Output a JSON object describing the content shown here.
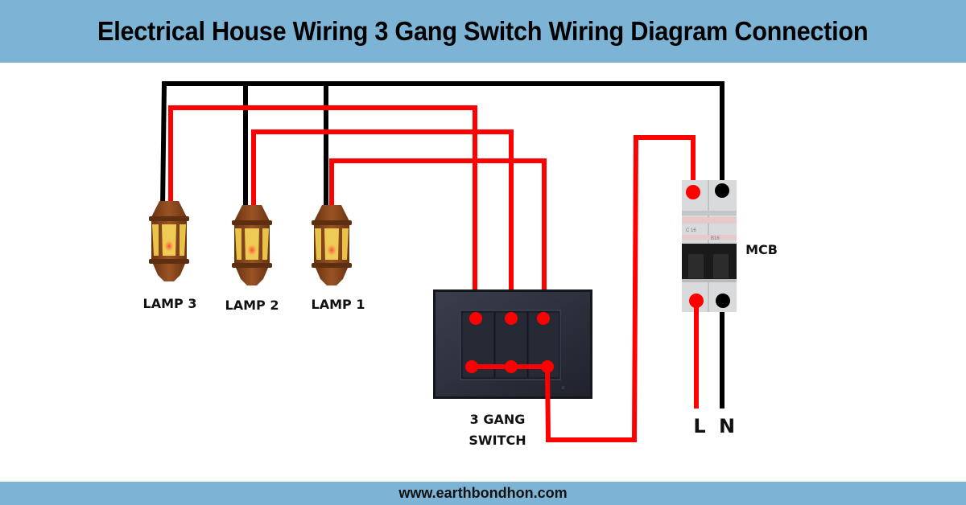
{
  "header": {
    "title": "Electrical House Wiring 3 Gang Switch Wiring Diagram Connection"
  },
  "footer": {
    "website": "www.earthbondhon.com"
  },
  "lamps": [
    {
      "id": "lamp-3",
      "label": "LAMP 3"
    },
    {
      "id": "lamp-2",
      "label": "LAMP 2"
    },
    {
      "id": "lamp-1",
      "label": "LAMP 1"
    }
  ],
  "switch": {
    "label_line1": "3 GANG",
    "label_line2": "SWITCH",
    "gangs": 3
  },
  "mcb": {
    "label": "MCB",
    "poles": 2
  },
  "supply": {
    "line_label": "L",
    "neutral_label": "N"
  },
  "colors": {
    "header_bg": "#7db4d6",
    "live_wire": "#ff0000",
    "neutral_wire": "#000000",
    "switch_plate": "#2b2f3b",
    "mcb_body": "#d9dadb",
    "lamp_body": "#7a3d16",
    "lamp_glass": "#e9c24a"
  }
}
